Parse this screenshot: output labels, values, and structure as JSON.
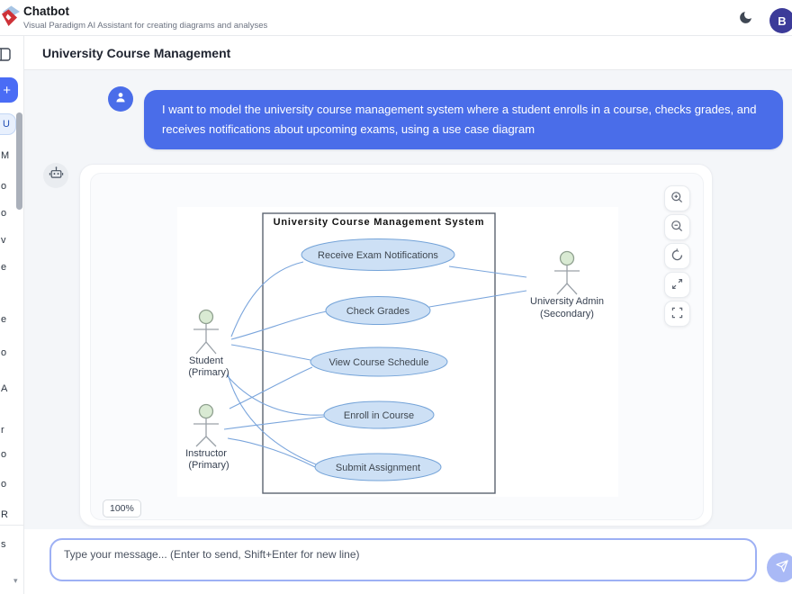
{
  "header": {
    "app_title": "Chatbot",
    "app_subtitle": "Visual Paradigm AI Assistant for creating diagrams and analyses",
    "user_avatar_initial": "B"
  },
  "toolbar": {
    "page_title": "University Course Management"
  },
  "sidebar": {
    "new_chat_button_label": "+",
    "truncated_items": [
      "U",
      "M",
      "o",
      "o",
      "v",
      "e",
      "e",
      "o",
      "A",
      "r",
      "o",
      "o",
      "R",
      "s"
    ],
    "active_item_index": 0
  },
  "chat": {
    "user_message": "I want to model the university course management system where a student enrolls in a course, checks grades, and receives notifications about upcoming exams, using a use case diagram",
    "zoom_level_badge": "100%"
  },
  "diagram": {
    "system_name": "University Course Management System",
    "actors": [
      {
        "name": "Student",
        "role": "(Primary)"
      },
      {
        "name": "Instructor",
        "role": "(Primary)"
      },
      {
        "name": "University Admin",
        "role": "(Secondary)"
      }
    ],
    "use_cases": [
      "Receive Exam Notifications",
      "Check Grades",
      "View Course Schedule",
      "Enroll in Course",
      "Submit Assignment"
    ],
    "associations": [
      [
        "Student",
        "Receive Exam Notifications"
      ],
      [
        "Student",
        "Check Grades"
      ],
      [
        "Student",
        "View Course Schedule"
      ],
      [
        "Student",
        "Enroll in Course"
      ],
      [
        "Student",
        "Submit Assignment"
      ],
      [
        "Instructor",
        "View Course Schedule"
      ],
      [
        "Instructor",
        "Enroll in Course"
      ],
      [
        "Instructor",
        "Submit Assignment"
      ],
      [
        "University Admin",
        "Receive Exam Notifications"
      ],
      [
        "University Admin",
        "Check Grades"
      ]
    ]
  },
  "canvas_controls": [
    "zoom-in",
    "zoom-out",
    "reset-view",
    "expand",
    "fullscreen"
  ],
  "composer": {
    "placeholder": "Type your message... (Enter to send, Shift+Enter for new line)"
  },
  "colors": {
    "accent_blue": "#4a6cf5",
    "bubble_blue": "#4a6de9",
    "usecase_fill": "#cde0f5",
    "usecase_stroke": "#74a3d8",
    "association_line": "#7aa5dc",
    "actor_head_fill": "#d9ead3",
    "avatar_indigo": "#3c3b99",
    "send_button": "#a9b9f6"
  }
}
